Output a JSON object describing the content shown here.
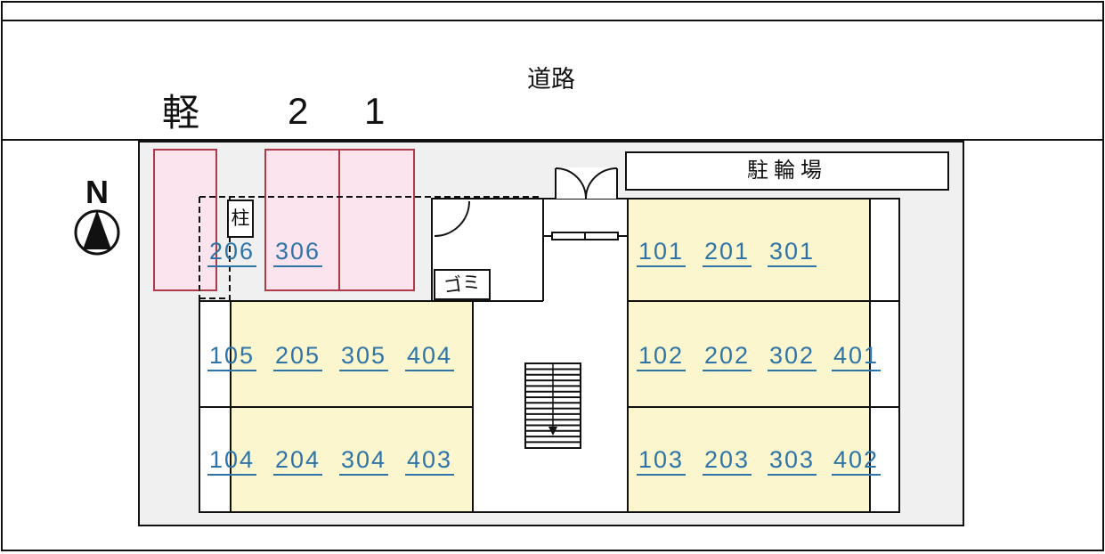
{
  "site_plan": {
    "road_label": "道路",
    "bicycle_parking_label": "駐輪場",
    "pillar_label": "柱",
    "trash_label": "ゴミ",
    "compass": {
      "north": "N"
    },
    "parking": {
      "kei": "軽",
      "space2": "2",
      "space1": "1"
    },
    "units": {
      "upper_west": [
        "206",
        "306"
      ],
      "west_rows": [
        [
          "105",
          "205",
          "305",
          "404"
        ],
        [
          "104",
          "204",
          "304",
          "403"
        ]
      ],
      "east_rows": [
        [
          "101",
          "201",
          "301"
        ],
        [
          "102",
          "202",
          "302",
          "401"
        ],
        [
          "103",
          "203",
          "303",
          "402"
        ]
      ]
    },
    "colors": {
      "site_ground": "#f0f0f0",
      "room_fill": "#fbf6cd",
      "parking_fill": "#fce4ee",
      "parking_border": "#b03a4a",
      "unit_link": "#2e74a8",
      "wall": "#111111"
    }
  }
}
